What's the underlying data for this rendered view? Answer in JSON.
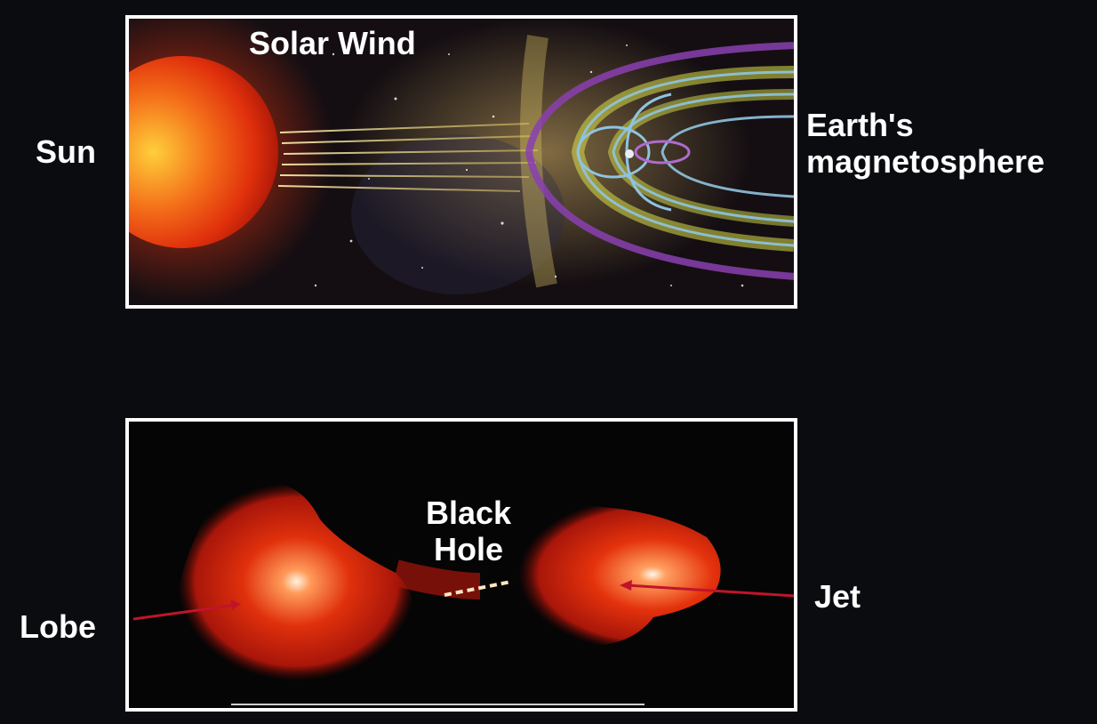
{
  "figure": {
    "top_panel": {
      "labels": {
        "sun": "Sun",
        "solar_wind": "Solar Wind",
        "earth_line1": "Earth's",
        "earth_line2": "magnetosphere"
      }
    },
    "bottom_panel": {
      "labels": {
        "lobe": "Lobe",
        "jet": "Jet",
        "black_hole_line1": "Black",
        "black_hole_line2": "Hole"
      }
    }
  },
  "colors": {
    "background": "#0b0c10",
    "frame": "#ffffff",
    "sun": "#e8320c",
    "radio_emission": "#d62a0a",
    "arrow": "#c0142a",
    "field_lines": "#8fc4e0",
    "magnetopause": "#8a3fb0"
  }
}
